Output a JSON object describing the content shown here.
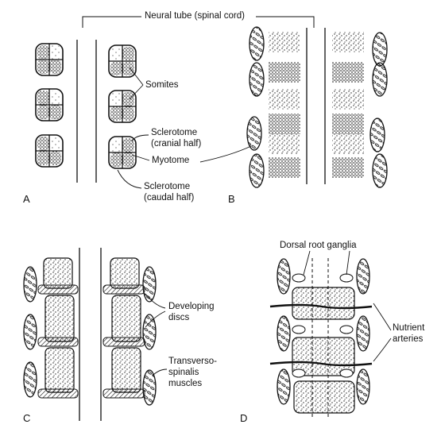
{
  "figure": {
    "header_label": "Neural tube (spinal cord)",
    "panel_A": {
      "letter": "A",
      "labels": {
        "somites": "Somites",
        "sclerotome_cranial_1": "Sclerotome",
        "sclerotome_cranial_2": "(cranial half)",
        "myotome": "Myotome",
        "sclerotome_caudal_1": "Sclerotome",
        "sclerotome_caudal_2": "(caudal half)"
      }
    },
    "panel_B": {
      "letter": "B"
    },
    "panel_C": {
      "letter": "C",
      "labels": {
        "discs_1": "Developing",
        "discs_2": "discs",
        "muscles_1": "Transverso-",
        "muscles_2": "spinalis",
        "muscles_3": "muscles"
      }
    },
    "panel_D": {
      "letter": "D",
      "labels": {
        "ganglia": "Dorsal root ganglia",
        "arteries_1": "Nutrient",
        "arteries_2": "arteries"
      }
    }
  }
}
